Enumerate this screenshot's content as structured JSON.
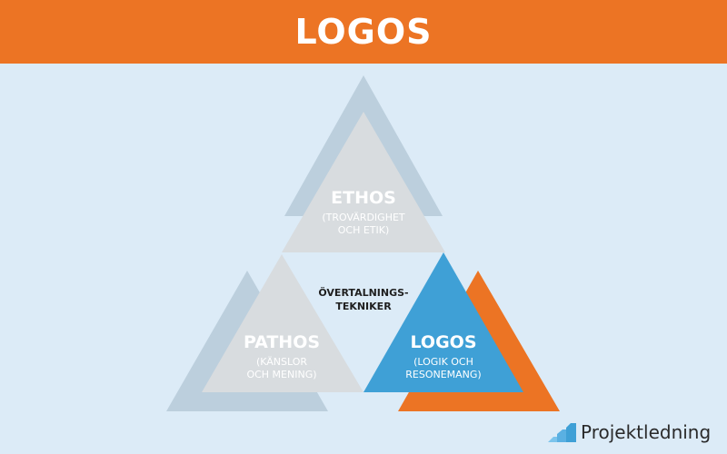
{
  "header": {
    "title": "LOGOS",
    "background": "#EC7424"
  },
  "diagram": {
    "center_label_line1": "ÖVERTALNINGS-",
    "center_label_line2": "TEKNIKER",
    "ethos": {
      "title": "ETHOS",
      "subtitle_line1": "(TROVÄRDIGHET",
      "subtitle_line2": "OCH ETIK)",
      "color": "#D8DCDF",
      "shadow_color": "#BCCFDD"
    },
    "pathos": {
      "title": "PATHOS",
      "subtitle_line1": "(KÄNSLOR",
      "subtitle_line2": "OCH MENING)",
      "color": "#D8DCDF",
      "shadow_color": "#BCCFDD"
    },
    "logos": {
      "title": "LOGOS",
      "subtitle_line1": "(LOGIK OCH",
      "subtitle_line2": "RESONEMANG)",
      "color": "#3FA0D6",
      "shadow_color": "#EC7424",
      "highlighted": true
    }
  },
  "brand": {
    "name": "Projektledning",
    "icon": "bar-chart-logo-icon"
  }
}
